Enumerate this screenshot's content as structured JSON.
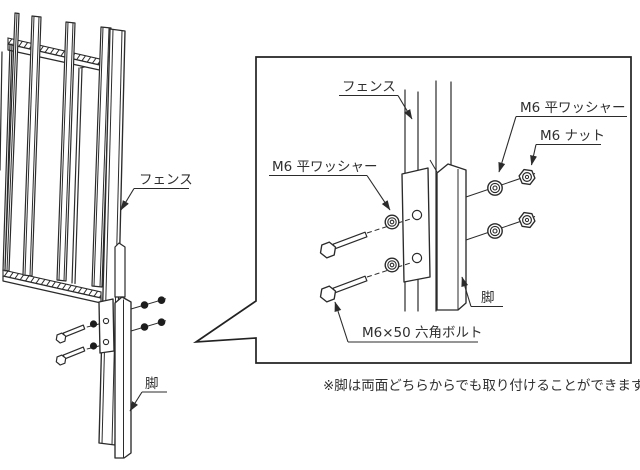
{
  "figure": {
    "type": "assembly-instruction-diagram",
    "colors": {
      "line": "#2b2b2b",
      "background": "#ffffff",
      "text": "#2f2f2f"
    },
    "left_view": {
      "fence_label": "フェンス",
      "leg_label": "脚"
    },
    "detail_view": {
      "fence_label": "フェンス",
      "washer_label_left": "M6 平ワッシャー",
      "washer_label_right": "M6 平ワッシャー",
      "nut_label": "M6 ナット",
      "bolt_label": "M6×50 六角ボルト",
      "leg_label": "脚"
    },
    "note": "※脚は両面どちらからでも取り付けることができます。"
  }
}
